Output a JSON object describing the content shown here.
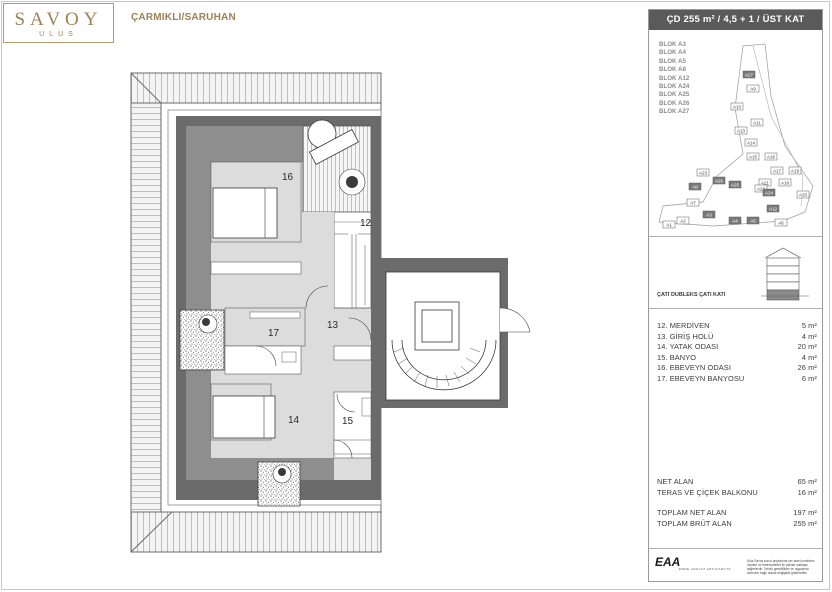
{
  "brand": {
    "name": "SAVOY",
    "subtitle": "ULUS"
  },
  "location": "ÇARMIKLI/SARUHAN",
  "plan": {
    "room_numbers": [
      "16",
      "12",
      "17",
      "13",
      "14",
      "15"
    ]
  },
  "panel": {
    "title": "ÇD 255 m² / 4,5 + 1 / ÜST KAT",
    "blocks": [
      "BLOK A3",
      "BLOK A4",
      "BLOK A5",
      "BLOK A8",
      "BLOK A12",
      "BLOK A24",
      "BLOK A25",
      "BLOK A26",
      "BLOK A27"
    ],
    "site_plan_labels": [
      "A1",
      "A2",
      "A3",
      "A4",
      "A5",
      "A6",
      "A7",
      "A8",
      "A9",
      "A10",
      "A11",
      "A12",
      "A13",
      "A14",
      "A15",
      "A16",
      "A17",
      "A18",
      "A19",
      "A20",
      "A21",
      "A22",
      "A23",
      "A24",
      "A25",
      "A26",
      "A27"
    ],
    "section_label": "ÇATI DUBLEKS ÇATI KATI",
    "rooms": [
      {
        "name": "12. MERDİVEN",
        "area": "5 m²"
      },
      {
        "name": "13. GİRİŞ HOLÜ",
        "area": "4 m²"
      },
      {
        "name": "14. YATAK ODASI",
        "area": "20 m²"
      },
      {
        "name": "15. BANYO",
        "area": "4 m²"
      },
      {
        "name": "16. EBEVEYN ODASI",
        "area": "26 m²"
      },
      {
        "name": "17. EBEVEYN BANYOSU",
        "area": "6 m²"
      }
    ],
    "net_areas": [
      {
        "name": "NET ALAN",
        "area": "65 m²"
      },
      {
        "name": "TERAS VE ÇİÇEK BALKONU",
        "area": "16 m²"
      }
    ],
    "totals": [
      {
        "name": "TOPLAM NET ALAN",
        "area": "197 m²"
      },
      {
        "name": "TOPLAM BRÜT ALAN",
        "area": "255 m²"
      }
    ],
    "architect_logo": "EAA",
    "architect_sub": "EMRE AROLAT ARCHITECTS",
    "disclaimer": "Ulus Savoy konut projesinde yer alan konutların ölçüleri ve metrekareleri ile planlar yaklaşık değerlerdir. Teknik gereklilikler ve uygulama sürecine bağlı olarak değişiklik gösterebilir."
  },
  "colors": {
    "gold": "#9c8254",
    "wall_dark": "#6b6b6b",
    "wall_mid": "#8e8e8e",
    "floor": "#dcdcdc",
    "panel_header": "#5a5a5a"
  }
}
